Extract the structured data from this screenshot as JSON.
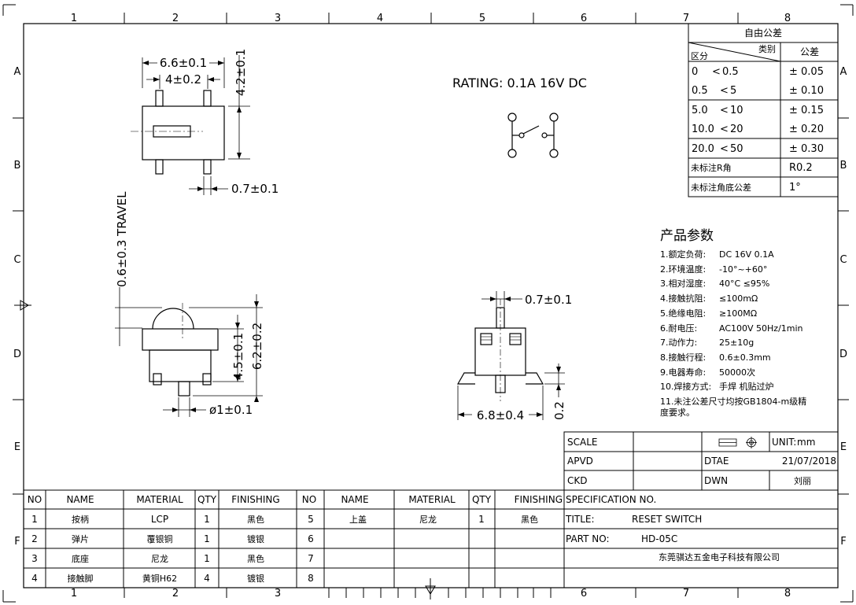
{
  "border": {
    "cols_top": [
      "1",
      "2",
      "3",
      "4",
      "5",
      "6",
      "7",
      "8"
    ],
    "cols_bottom": [
      "1",
      "2",
      "3",
      "6",
      "7",
      "8"
    ],
    "rows": [
      "A",
      "B",
      "C",
      "D",
      "E",
      "F"
    ]
  },
  "rating": "RATING: 0.1A 16V DC",
  "dims": {
    "top_width": "6.6±0.1",
    "top_inner": "4±0.2",
    "top_height": "4.2±0.1",
    "pin_width": "0.7±0.1",
    "travel": "0.6±0.3 TRAVEL",
    "side_h1": "4.5±0.1",
    "side_h2": "6.2±0.2",
    "actuator_dia": "ø1±0.1",
    "end_pin": "0.7±0.1",
    "end_width": "6.8±0.4",
    "end_thick": "0.2"
  },
  "tolerance": {
    "title": "自由公差",
    "col_category": "类别",
    "col_zone": "区分",
    "col_tol": "公差",
    "rows": [
      {
        "lo": "0",
        "op": "<",
        "hi": "0.5",
        "tol": "± 0.05"
      },
      {
        "lo": "0.5",
        "op": "<",
        "hi": "5",
        "tol": "± 0.10"
      },
      {
        "lo": "5.0",
        "op": "<",
        "hi": "10",
        "tol": "± 0.15"
      },
      {
        "lo": "10.0",
        "op": "<",
        "hi": "20",
        "tol": "± 0.20"
      },
      {
        "lo": "20.0",
        "op": "<",
        "hi": "50",
        "tol": "± 0.30"
      }
    ],
    "radius_label": "未标注R角",
    "radius_val": "R0.2",
    "angle_label": "未标注角底公差",
    "angle_val": "1°"
  },
  "params": {
    "title": "产品参数",
    "items": [
      {
        "k": "1.额定负荷:",
        "v": "DC 16V 0.1A"
      },
      {
        "k": "2.环境温度:",
        "v": "-10°~+60°"
      },
      {
        "k": "3.相对湿度:",
        "v": "40°C ≤95%"
      },
      {
        "k": "4.接触抗阻:",
        "v": "≤100mΩ"
      },
      {
        "k": "5.绝缘电阻:",
        "v": "≥100MΩ"
      },
      {
        "k": "6.耐电压:",
        "v": "AC100V 50Hz/1min"
      },
      {
        "k": "7.动作力:",
        "v": "25±10g"
      },
      {
        "k": "8.接触行程:",
        "v": "0.6±0.3mm"
      },
      {
        "k": "9.电器寿命:",
        "v": "50000次"
      },
      {
        "k": "10.焊接方式:",
        "v": "手焊 机贴过炉"
      }
    ],
    "note1": "11.未注公差尺寸均按GB1804-m级精",
    "note2": "度要求。"
  },
  "title_block": {
    "scale_label": "SCALE",
    "unit_label": "UNIT:",
    "unit_value": "mm",
    "apvd_label": "APVD",
    "date_label": "DTAE",
    "date_value": "21/07/2018",
    "ckd_label": "CKD",
    "dwn_label": "DWN",
    "dwn_value": "刘丽",
    "spec_label": "SPECIFICATION NO.",
    "title_label": "TITLE:",
    "title_value": "RESET SWITCH",
    "part_label": "PART NO:",
    "part_value": "HD-05C",
    "company": "东莞骐达五金电子科技有限公司"
  },
  "bom": {
    "headers": [
      "NO",
      "NAME",
      "MATERIAL",
      "QTY",
      "FINISHING",
      "NO",
      "NAME",
      "MATERIAL",
      "QTY",
      "FINISHING"
    ],
    "rows": [
      {
        "no": "1",
        "name": "按柄",
        "mat": "LCP",
        "qty": "1",
        "fin": "黑色",
        "no2": "5",
        "name2": "上盖",
        "mat2": "尼龙",
        "qty2": "1",
        "fin2": "黑色"
      },
      {
        "no": "2",
        "name": "弹片",
        "mat": "覆银铜",
        "qty": "1",
        "fin": "镀银",
        "no2": "6",
        "name2": "",
        "mat2": "",
        "qty2": "",
        "fin2": ""
      },
      {
        "no": "3",
        "name": "底座",
        "mat": "尼龙",
        "qty": "1",
        "fin": "黑色",
        "no2": "7",
        "name2": "",
        "mat2": "",
        "qty2": "",
        "fin2": ""
      },
      {
        "no": "4",
        "name": "接触脚",
        "mat": "黄铜H62",
        "qty": "4",
        "fin": "镀银",
        "no2": "8",
        "name2": "",
        "mat2": "",
        "qty2": "",
        "fin2": ""
      }
    ]
  }
}
